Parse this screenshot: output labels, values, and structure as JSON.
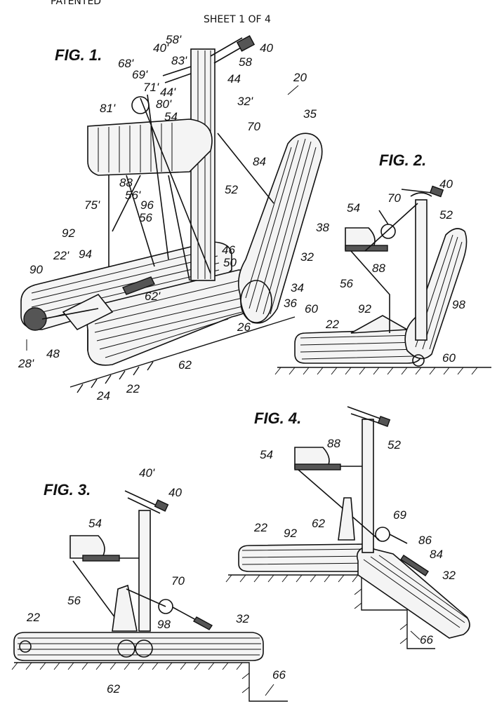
{
  "header": {
    "left": "PATENTED",
    "center": "SHEET 1 OF 4"
  },
  "figures": {
    "fig1": {
      "title": "FIG. 1.",
      "labels": [
        "58'",
        "40'",
        "40",
        "83'",
        "68'",
        "69'",
        "71'",
        "44'",
        "44",
        "58",
        "20",
        "80'",
        "81'",
        "54",
        "32'",
        "35",
        "70",
        "84",
        "88",
        "56'",
        "75'",
        "96",
        "56",
        "52",
        "38",
        "92",
        "22'",
        "46",
        "50",
        "32",
        "90",
        "94",
        "62'",
        "34",
        "36",
        "60",
        "26",
        "28'",
        "48",
        "62",
        "22",
        "24"
      ]
    },
    "fig2": {
      "title": "FIG. 2.",
      "labels": [
        "40",
        "70",
        "54",
        "52",
        "88",
        "56",
        "98",
        "22",
        "92",
        "60"
      ]
    },
    "fig3": {
      "title": "FIG. 3.",
      "labels": [
        "40'",
        "40",
        "54",
        "70",
        "56",
        "98",
        "22",
        "32",
        "62",
        "66"
      ]
    },
    "fig4": {
      "title": "FIG. 4.",
      "labels": [
        "54",
        "88",
        "52",
        "22",
        "92",
        "62",
        "69",
        "86",
        "84",
        "32",
        "66"
      ]
    }
  }
}
